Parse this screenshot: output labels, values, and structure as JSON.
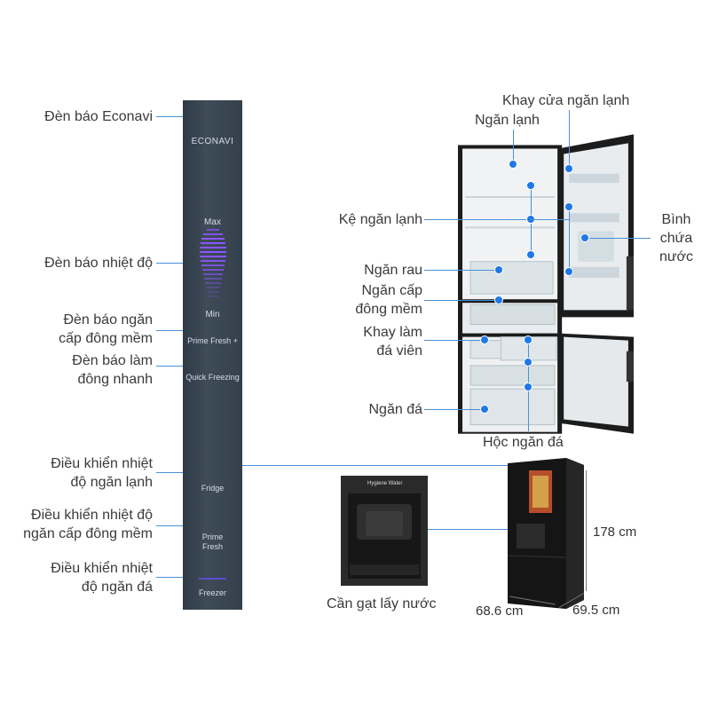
{
  "panel": {
    "econavi": "ECONAVI",
    "max": "Max",
    "min": "Min",
    "prime_fresh_plus": "Prime Fresh +",
    "quick_freezing": "Quick Freezing",
    "fridge": "Fridge",
    "prime_fresh": "Prime\nFresh",
    "freezer": "Freezer"
  },
  "left_labels": {
    "econavi_light": "Đèn báo Econavi",
    "temp_indicator": "Đèn báo nhiệt độ",
    "soft_freeze_indicator_1": "Đèn báo ngăn",
    "soft_freeze_indicator_2": "cấp đông mềm",
    "quick_freeze_indicator_1": "Đèn báo làm",
    "quick_freeze_indicator_2": "đông nhanh",
    "fridge_control_1": "Điều khiển nhiệt",
    "fridge_control_2": "độ ngăn lạnh",
    "soft_freeze_control_1": "Điều khiển nhiệt độ",
    "soft_freeze_control_2": "ngăn cấp đông mềm",
    "freezer_control_1": "Điều khiển nhiệt",
    "freezer_control_2": "độ ngăn đá"
  },
  "fridge_labels": {
    "door_tray": "Khay cửa ngăn lạnh",
    "fridge_compartment": "Ngăn lạnh",
    "fridge_shelf": "Kệ ngăn lạnh",
    "water_tank_1": "Bình",
    "water_tank_2": "chứa",
    "water_tank_3": "nước",
    "vegetable": "Ngăn rau",
    "soft_freeze_1": "Ngăn cấp",
    "soft_freeze_2": "đông mềm",
    "ice_tray_1": "Khay làm",
    "ice_tray_2": "đá viên",
    "freezer": "Ngăn đá",
    "freezer_drawer": "Hộc ngăn đá"
  },
  "dispenser": {
    "brand": "Hygiene Water",
    "caption": "Cần gạt lấy nước"
  },
  "dimensions": {
    "height": "178 cm",
    "width": "68.6 cm",
    "depth": "69.5 cm"
  },
  "colors": {
    "leader": "#4a90d9",
    "dot": "#1e78e6",
    "panel": "#34404c",
    "indicator": "#8a55ff"
  }
}
